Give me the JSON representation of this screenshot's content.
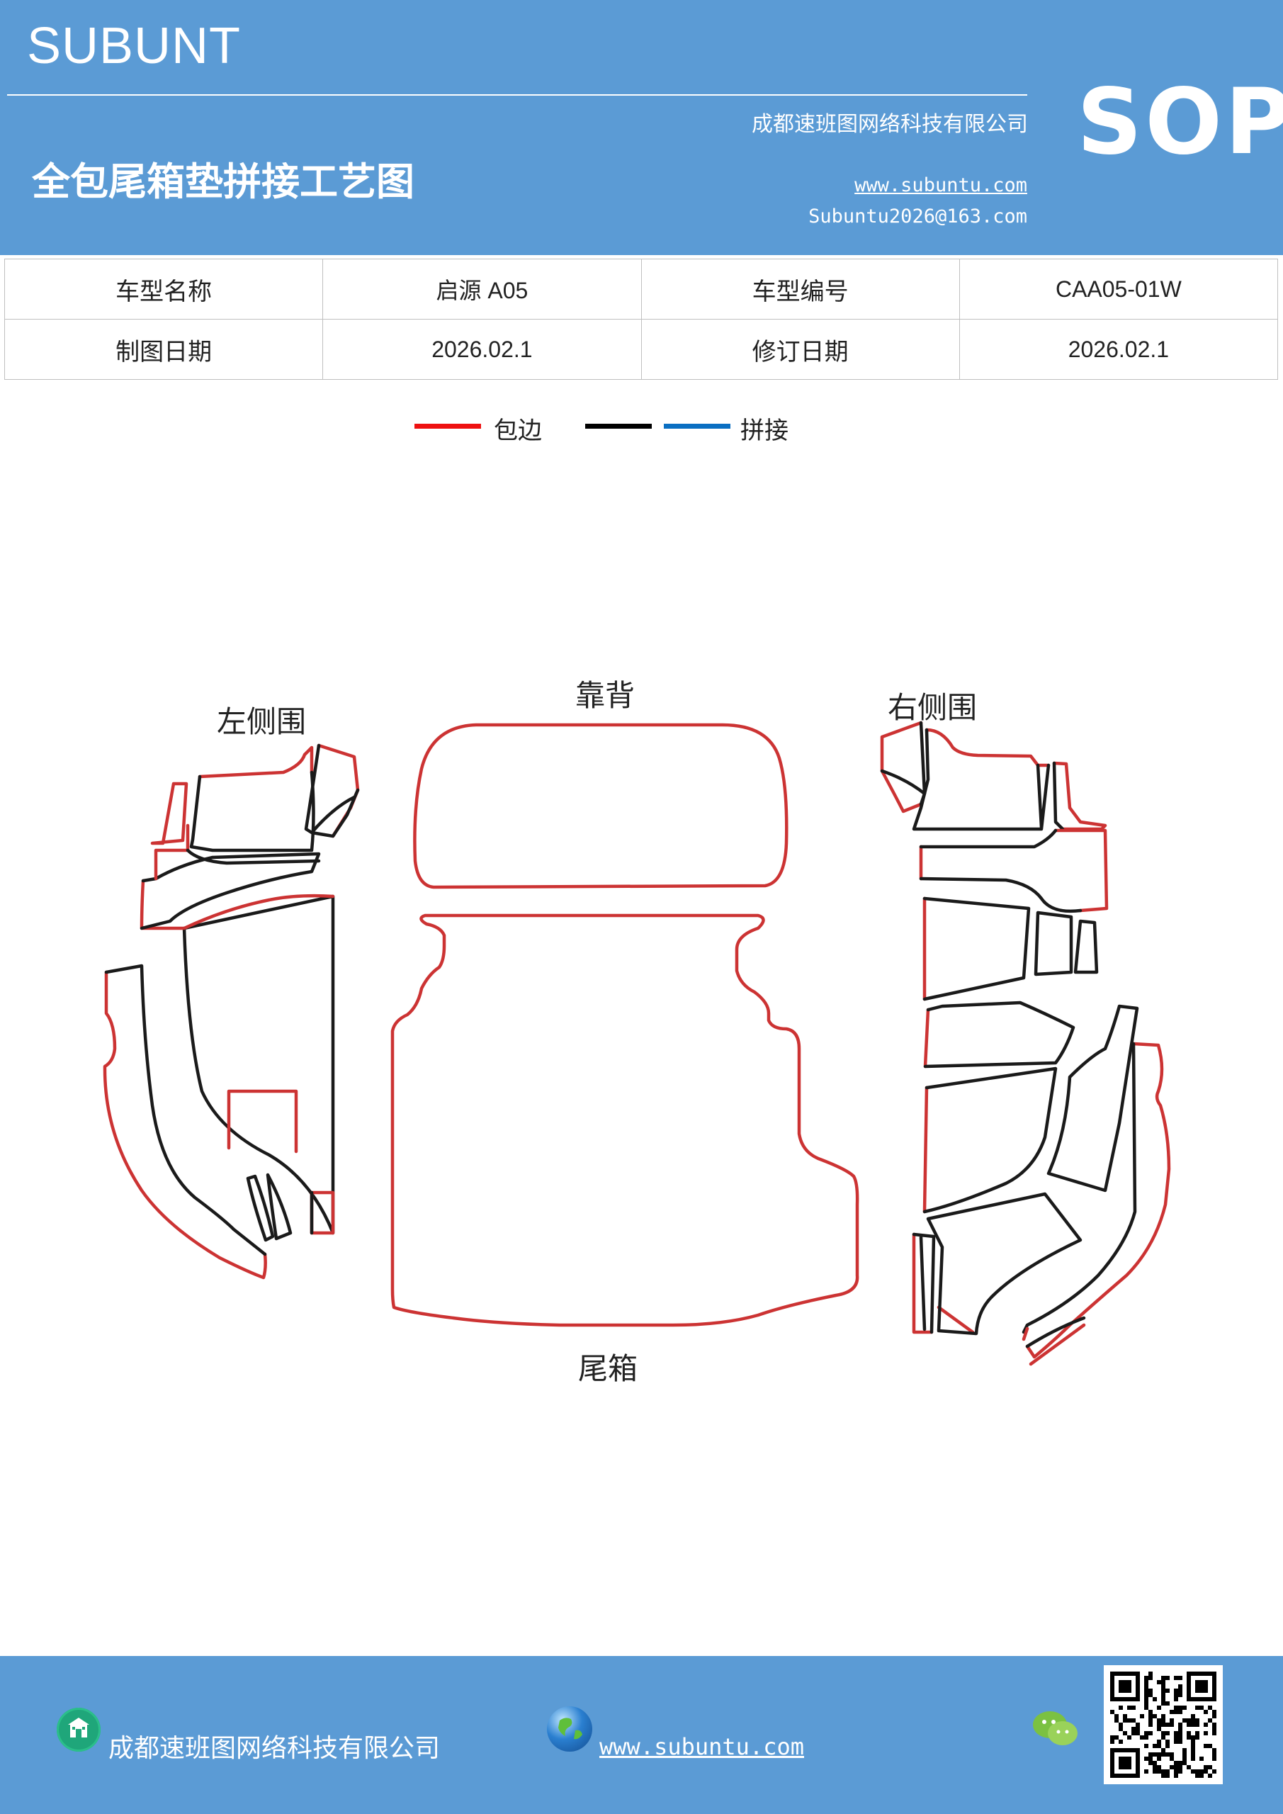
{
  "header": {
    "brand": "SUBUNT",
    "company": "成都速班图网络科技有限公司",
    "badge": "SOP",
    "title": "全包尾箱垫拼接工艺图",
    "website": "www.subuntu.com",
    "email": "Subuntu2026@163.com"
  },
  "info_table": {
    "rows": [
      [
        "车型名称",
        "启源 A05",
        "车型编号",
        "CAA05-01W"
      ],
      [
        "制图日期",
        "2026.02.1",
        "修订日期",
        "2026.02.1"
      ]
    ]
  },
  "legend": {
    "items": [
      {
        "label": "包边",
        "color": "#ee1111"
      },
      {
        "label": "",
        "color": "#000000"
      },
      {
        "label": "拼接",
        "color": "#0a6fc2"
      }
    ]
  },
  "diagram": {
    "labels": {
      "left_side": "左侧围",
      "backrest": "靠背",
      "right_side": "右侧围",
      "trunk": "尾箱"
    },
    "colors": {
      "edge": "#cc3333",
      "seam": "#1a1a1a"
    }
  },
  "footer": {
    "company": "成都速班图网络科技有限公司",
    "website": "www.subuntu.com",
    "icons": [
      "building-icon",
      "globe-icon",
      "wechat-icon",
      "qr-code"
    ]
  },
  "colors": {
    "brand_blue": "#5b9bd5",
    "white": "#ffffff"
  }
}
